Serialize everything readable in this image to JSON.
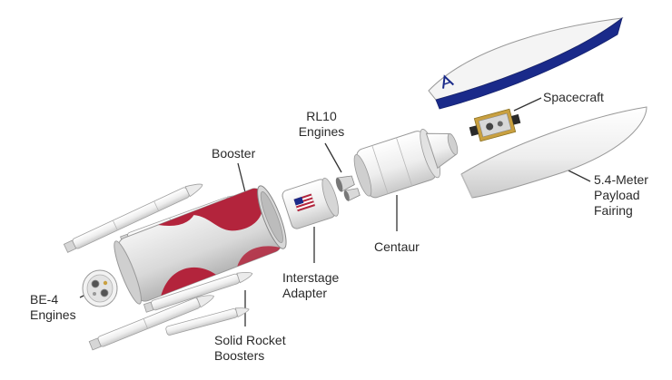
{
  "labels": {
    "spacecraft": "Spacecraft",
    "rl10": "RL10\nEngines",
    "booster": "Booster",
    "fairing": "5.4-Meter\nPayload\nFairing",
    "centaur": "Centaur",
    "interstage": "Interstage\nAdapter",
    "be4": "BE-4\nEngines",
    "srb": "Solid Rocket\nBoosters"
  },
  "colors": {
    "body": "#f4f4f4",
    "shade": "#d4d4d4",
    "outline": "#9a9a9a",
    "crimson": "#b3243c",
    "navy": "#1a2a8a",
    "leader": "#333333",
    "text": "#2a2a2a"
  },
  "icons": {
    "flag": "us-flag-icon",
    "logo": "ula-logo-icon"
  }
}
